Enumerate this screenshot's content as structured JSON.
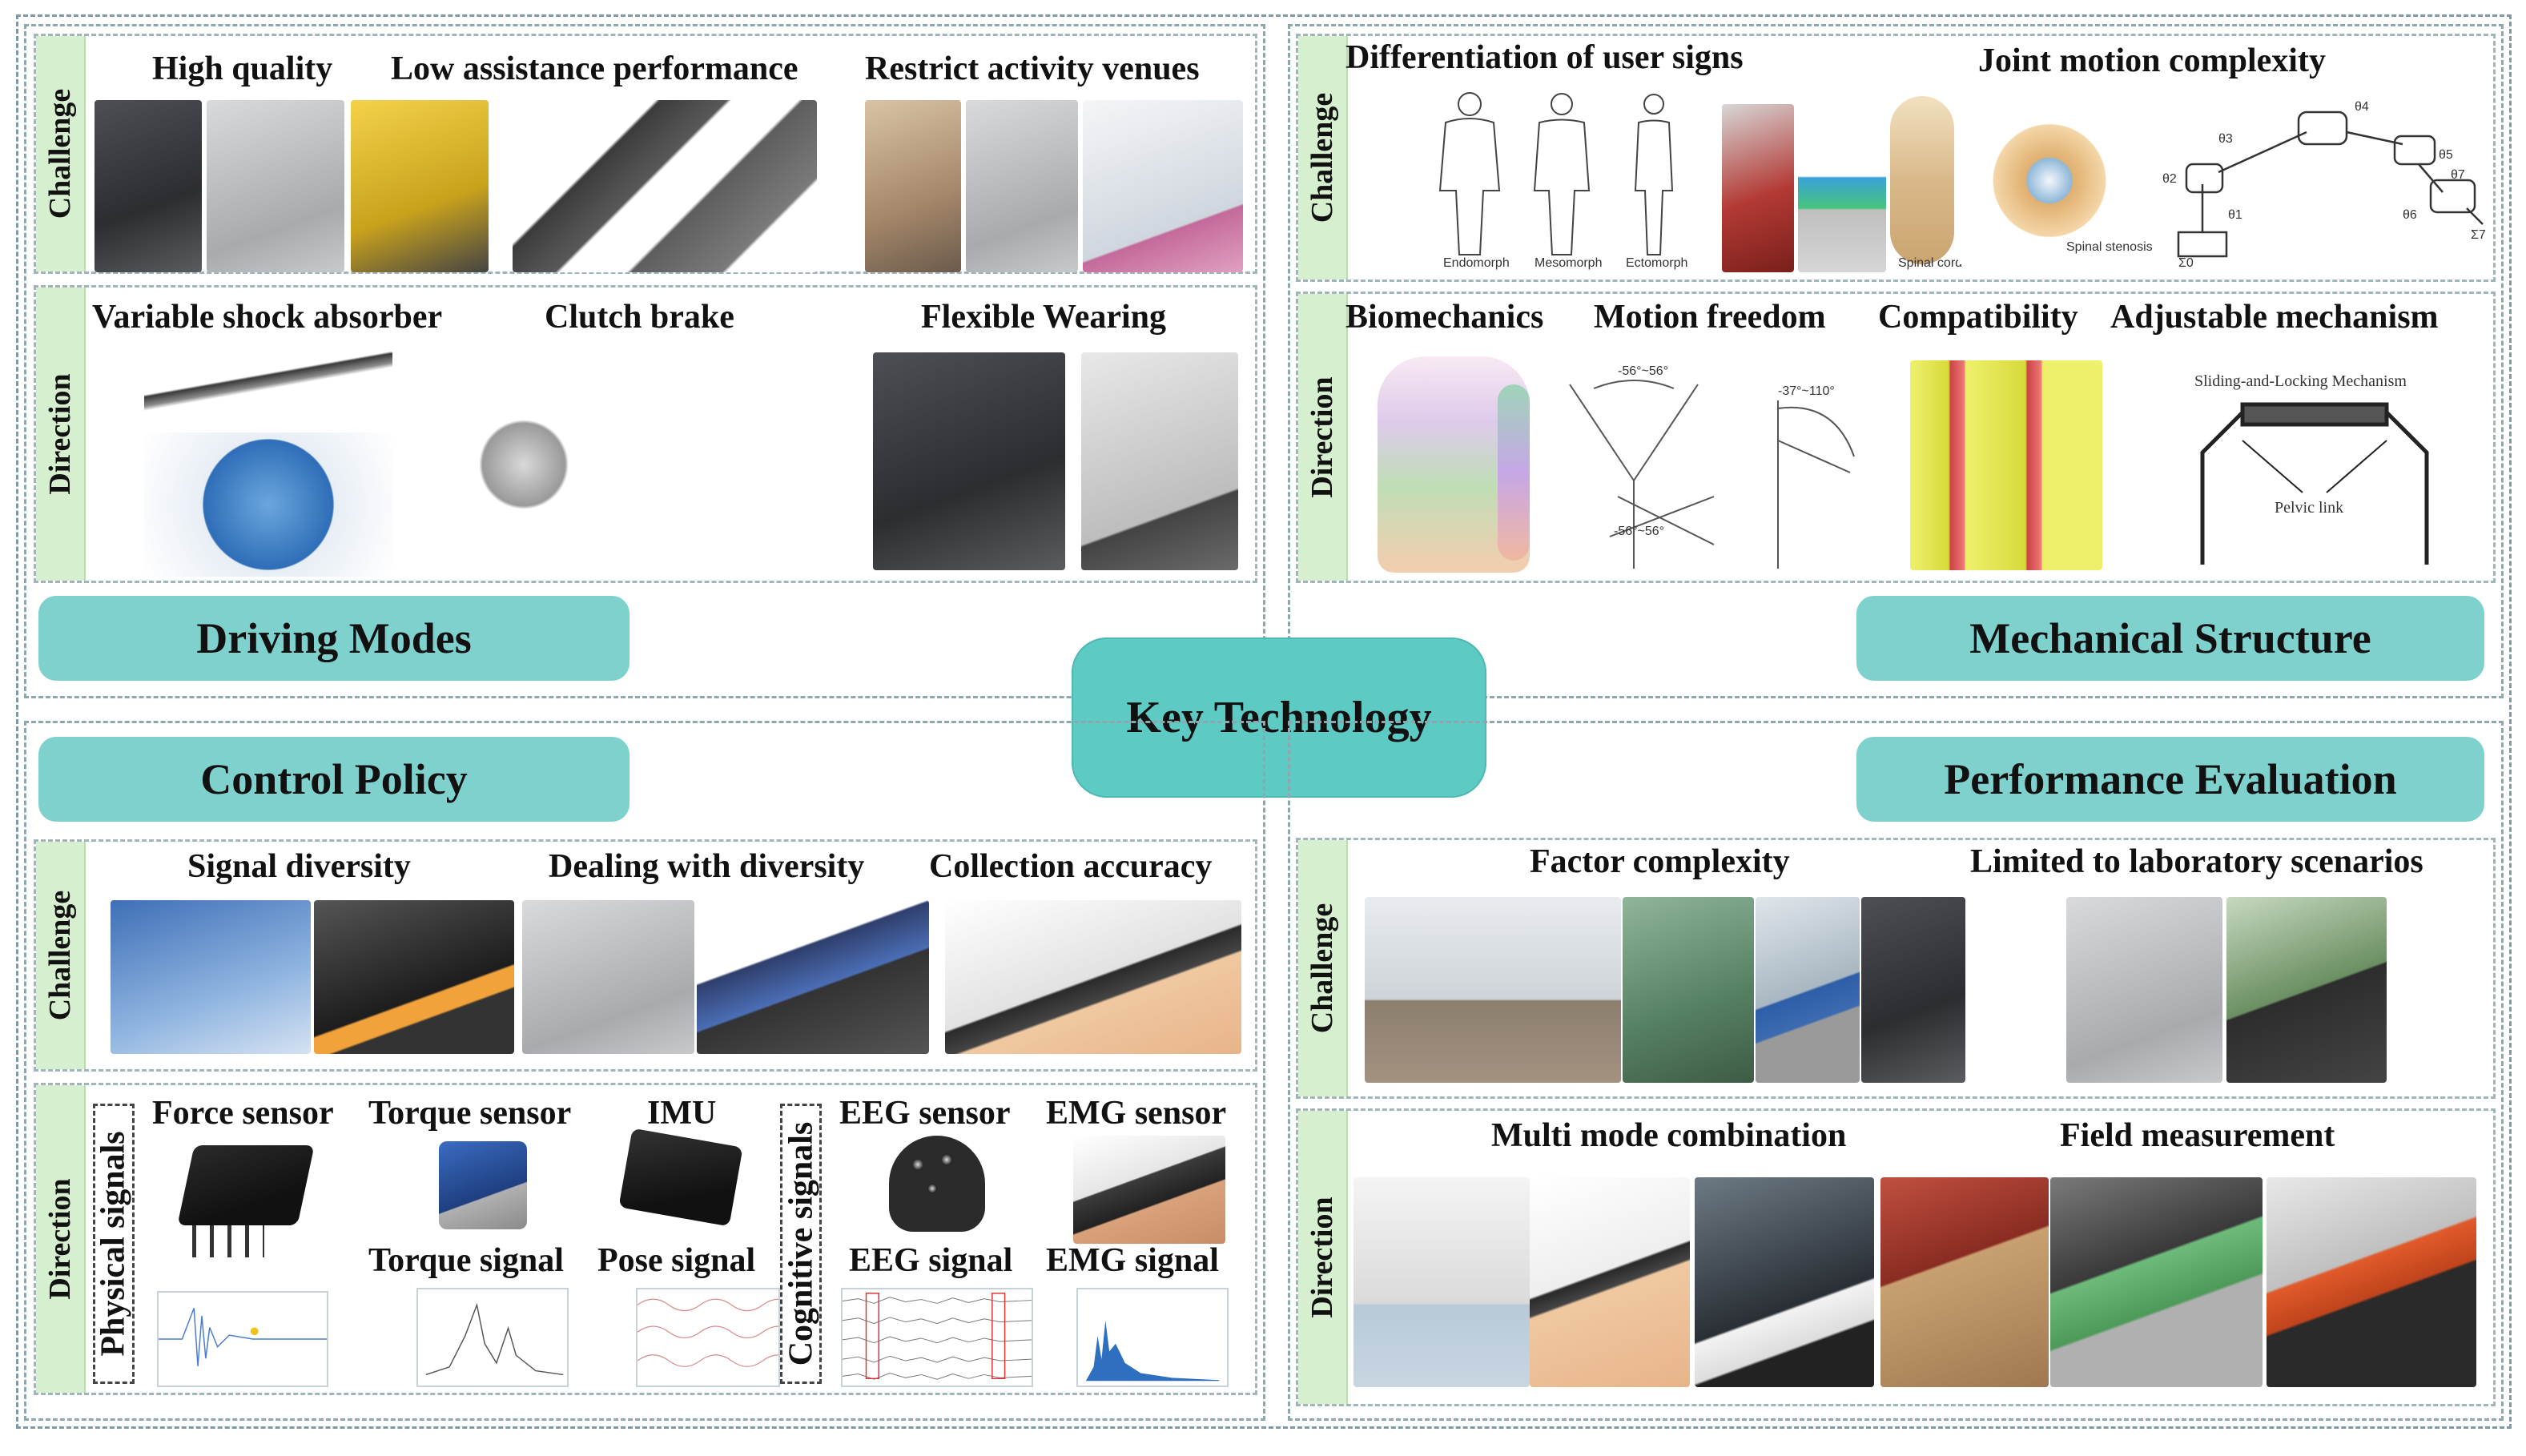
{
  "center": "Key Technology",
  "quadrants": {
    "driving_modes": {
      "title": "Driving Modes",
      "challenge": {
        "tab": "Challenge",
        "items": [
          "High quality",
          "Low assistance performance",
          "Restrict activity venues"
        ]
      },
      "direction": {
        "tab": "Direction",
        "items": [
          "Variable shock absorber",
          "Clutch brake",
          "Flexible Wearing"
        ]
      }
    },
    "mechanical_structure": {
      "title": "Mechanical Structure",
      "challenge": {
        "tab": "Challenge",
        "items": [
          "Differentiation of user signs",
          "Joint motion complexity"
        ],
        "small_labels": [
          "Endomorph",
          "Mesomorph",
          "Ectomorph",
          "Spinal cord",
          "Spinal stenosis"
        ],
        "joint_labels": [
          "θ3",
          "θ4",
          "θ2",
          "θ1",
          "θ5",
          "θ6",
          "θ7",
          "Σ7",
          "Σ0"
        ]
      },
      "direction": {
        "tab": "Direction",
        "items": [
          "Biomechanics",
          "Motion freedom",
          "Compatibility",
          "Adjustable mechanism"
        ],
        "angle_labels": [
          "-56°~56°",
          "-56°~56°",
          "-37°~110°"
        ],
        "mechanism_labels": [
          "Sliding-and-Locking Mechanism",
          "Pelvic link"
        ]
      }
    },
    "control_policy": {
      "title": "Control Policy",
      "challenge": {
        "tab": "Challenge",
        "items": [
          "Signal diversity",
          "Dealing with diversity",
          "Collection accuracy"
        ]
      },
      "direction": {
        "tab": "Direction",
        "physical_label": "Physical signals",
        "cognitive_label": "Cognitive signals",
        "sensors": [
          "Force sensor",
          "Torque sensor",
          "IMU",
          "EEG sensor",
          "EMG sensor"
        ],
        "signals": [
          "Torque signal",
          "Pose signal",
          "EEG signal",
          "EMG signal"
        ]
      }
    },
    "performance_evaluation": {
      "title": "Performance Evaluation",
      "challenge": {
        "tab": "Challenge",
        "items": [
          "Factor complexity",
          "Limited to laboratory scenarios"
        ]
      },
      "direction": {
        "tab": "Direction",
        "items": [
          "Multi mode combination",
          "Field measurement"
        ]
      }
    }
  },
  "colors": {
    "pill": "#7fd1cd",
    "center_pill": "#5ecac4",
    "tab": "#d6f0cf",
    "dash": "#8da7ad"
  }
}
